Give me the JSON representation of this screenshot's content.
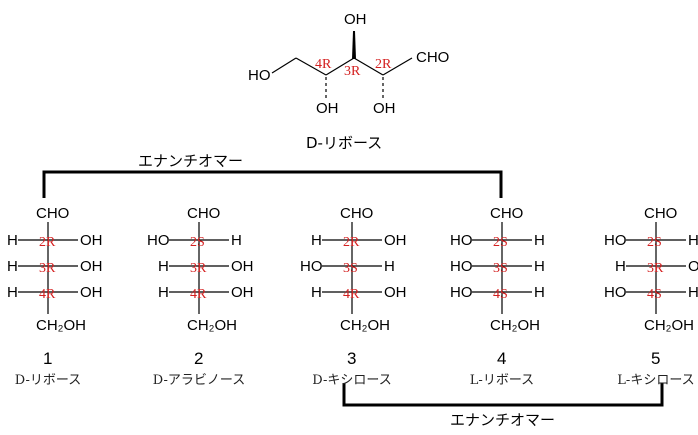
{
  "top": {
    "substituents": {
      "ho_left": "HO",
      "oh_c3": "OH",
      "oh_c4": "OH",
      "oh_c2": "OH",
      "cho": "CHO"
    },
    "centers": [
      "4R",
      "3R",
      "2R"
    ],
    "name": "D-リボース"
  },
  "enantiomer_label": "エナンチオマー",
  "projections": [
    {
      "number": "1",
      "name": "D-リボース",
      "top": "CHO",
      "bottom": "CH₂OH",
      "rows": [
        {
          "left": "H",
          "center": "2R",
          "right": "OH"
        },
        {
          "left": "H",
          "center": "3R",
          "right": "OH"
        },
        {
          "left": "H",
          "center": "4R",
          "right": "OH"
        }
      ]
    },
    {
      "number": "2",
      "name": "D-アラビノース",
      "top": "CHO",
      "bottom": "CH₂OH",
      "rows": [
        {
          "left": "HO",
          "center": "2S",
          "right": "H"
        },
        {
          "left": "H",
          "center": "3R",
          "right": "OH"
        },
        {
          "left": "H",
          "center": "4R",
          "right": "OH"
        }
      ]
    },
    {
      "number": "3",
      "name": "D-キシロース",
      "top": "CHO",
      "bottom": "CH₂OH",
      "rows": [
        {
          "left": "H",
          "center": "2R",
          "right": "OH"
        },
        {
          "left": "HO",
          "center": "3S",
          "right": "H"
        },
        {
          "left": "H",
          "center": "4R",
          "right": "OH"
        }
      ]
    },
    {
      "number": "4",
      "name": "L-リボース",
      "top": "CHO",
      "bottom": "CH₂OH",
      "rows": [
        {
          "left": "HO",
          "center": "2S",
          "right": "H"
        },
        {
          "left": "HO",
          "center": "3S",
          "right": "H"
        },
        {
          "left": "HO",
          "center": "4S",
          "right": "H"
        }
      ]
    },
    {
      "number": "5",
      "name": "L-キシロース",
      "top": "CHO",
      "bottom": "CH₂OH",
      "rows": [
        {
          "left": "HO",
          "center": "2S",
          "right": "H"
        },
        {
          "left": "H",
          "center": "3R",
          "right": "OH"
        },
        {
          "left": "HO",
          "center": "4S",
          "right": "H"
        }
      ]
    }
  ]
}
